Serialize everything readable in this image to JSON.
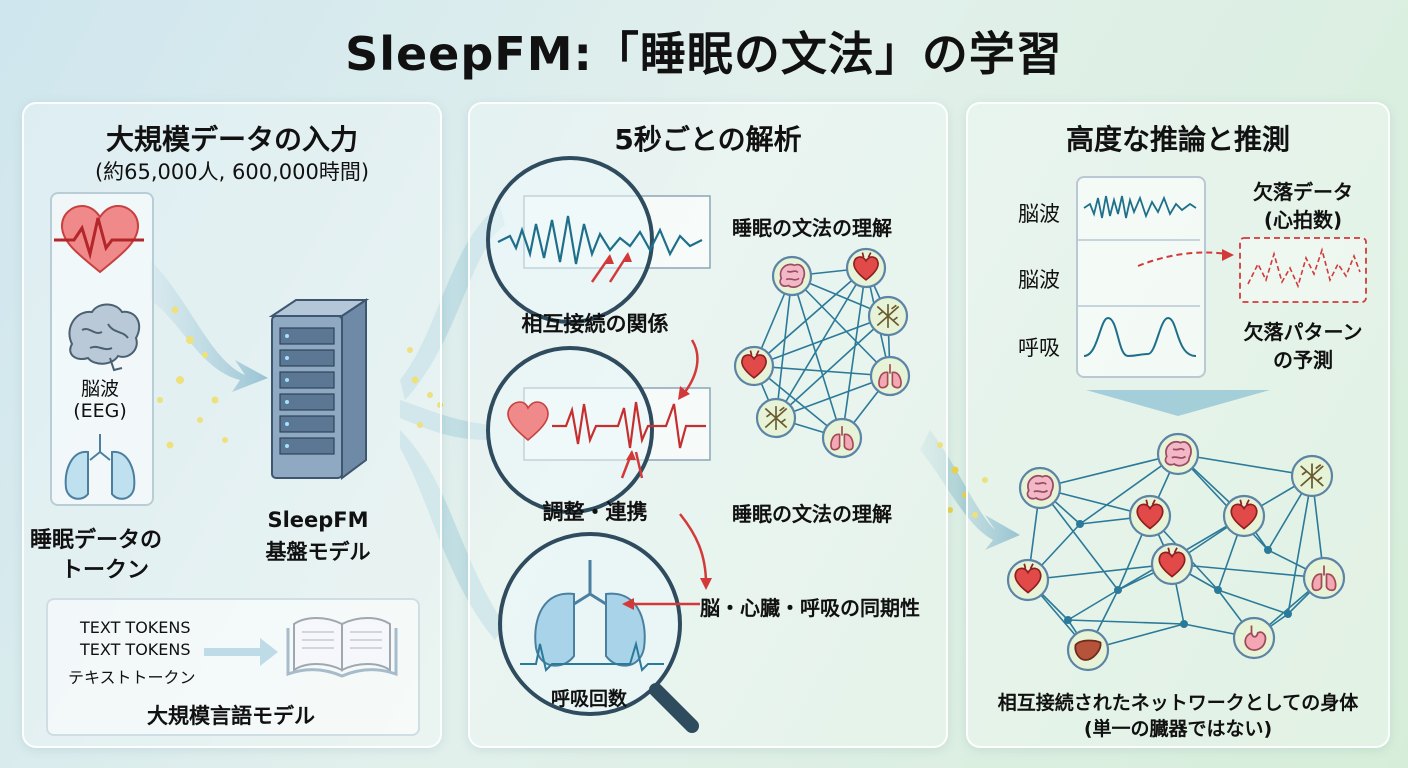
{
  "title": "SleepFM:「睡眠の文法」の学習",
  "panel1": {
    "heading": "大規模データの入力",
    "subheading": "(約65,000人, 600,000時間)",
    "eeg_label_1": "脳波",
    "eeg_label_2": "(EEG)",
    "tokens_label_1": "睡眠データの",
    "tokens_label_2": "トークン",
    "model_label_1": "SleepFM",
    "model_label_2": "基盤モデル",
    "text_tokens": [
      "TEXT TOKENS",
      "TEXT TOKENS",
      "テキストトークン"
    ],
    "llm_label": "大規模言語モデル"
  },
  "panel2": {
    "heading": "5秒ごとの解析",
    "interconnect": "相互接続の関係",
    "coordination": "調整・連携",
    "respiration_rate": "呼吸回数",
    "grammar_1": "睡眠の文法の理解",
    "grammar_2": "睡眠の文法の理解",
    "sync": "脳・心臓・呼吸の同期性"
  },
  "panel3": {
    "heading": "高度な推論と推測",
    "row1": "脳波",
    "row2": "脳波",
    "row3": "呼吸",
    "missing_1": "欠落データ",
    "missing_2": "(心拍数)",
    "pred_1": "欠落パターン",
    "pred_2": "の予測",
    "body_1": "相互接続されたネットワークとしての身体",
    "body_2": "(単一の臓器ではない)"
  },
  "colors": {
    "accent_red": "#d23a3a",
    "line_blue": "#2b7a99",
    "node_ring": "#5b84a6"
  }
}
